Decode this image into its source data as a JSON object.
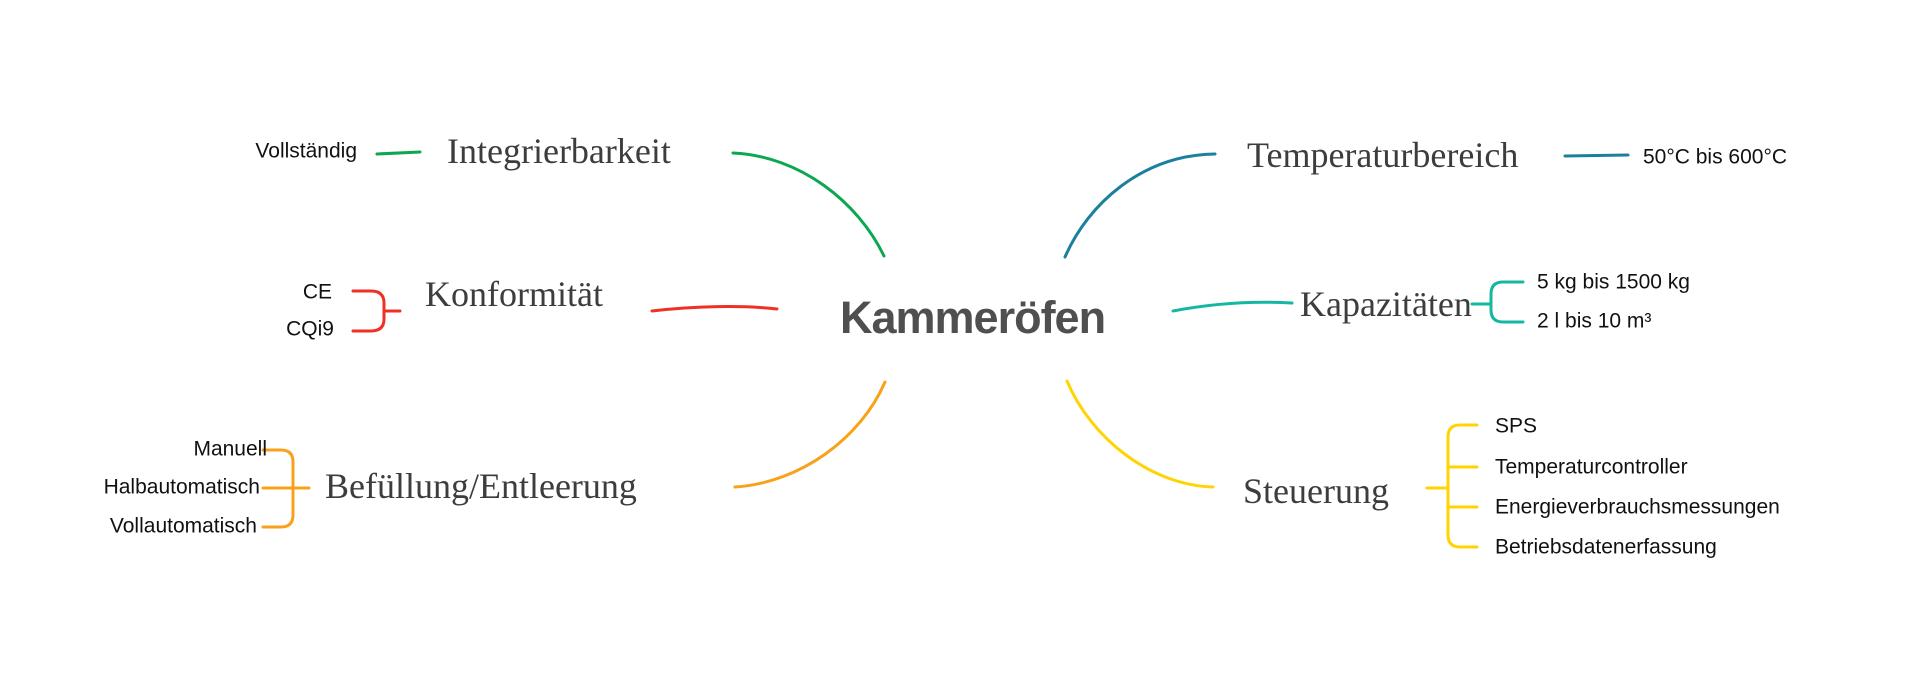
{
  "title": "Kammeröfen",
  "colors": {
    "background": "#ffffff",
    "center_text": "#4f4f4f",
    "branch_text": "#3d3d3d",
    "leaf_text": "#111111",
    "green": "#0ca750",
    "red": "#ee3124",
    "orange": "#f9a11b",
    "blue": "#1b7f9e",
    "teal": "#14b8a2",
    "yellow": "#ffd402"
  },
  "branches": [
    {
      "id": "integrierbarkeit",
      "label": "Integrierbarkeit",
      "color": "#0ca750",
      "children": [
        "Vollständig"
      ]
    },
    {
      "id": "konformitaet",
      "label": "Konformität",
      "color": "#ee3124",
      "children": [
        "CE",
        "CQi9"
      ]
    },
    {
      "id": "befuellung",
      "label": "Befüllung/Entleerung",
      "color": "#f9a11b",
      "children": [
        "Manuell",
        "Halbautomatisch",
        "Vollautomatisch"
      ]
    },
    {
      "id": "temperaturbereich",
      "label": "Temperaturbereich",
      "color": "#1b7f9e",
      "children": [
        "50°C bis 600°C"
      ]
    },
    {
      "id": "kapazitaeten",
      "label": "Kapazitäten",
      "color": "#14b8a2",
      "children": [
        "5 kg bis 1500 kg",
        "2 l bis 10 m³"
      ]
    },
    {
      "id": "steuerung",
      "label": "Steuerung",
      "color": "#ffd402",
      "children": [
        "SPS",
        "Temperaturcontroller",
        "Energieverbrauchsmessungen",
        "Betriebsdatenerfassung"
      ]
    }
  ]
}
